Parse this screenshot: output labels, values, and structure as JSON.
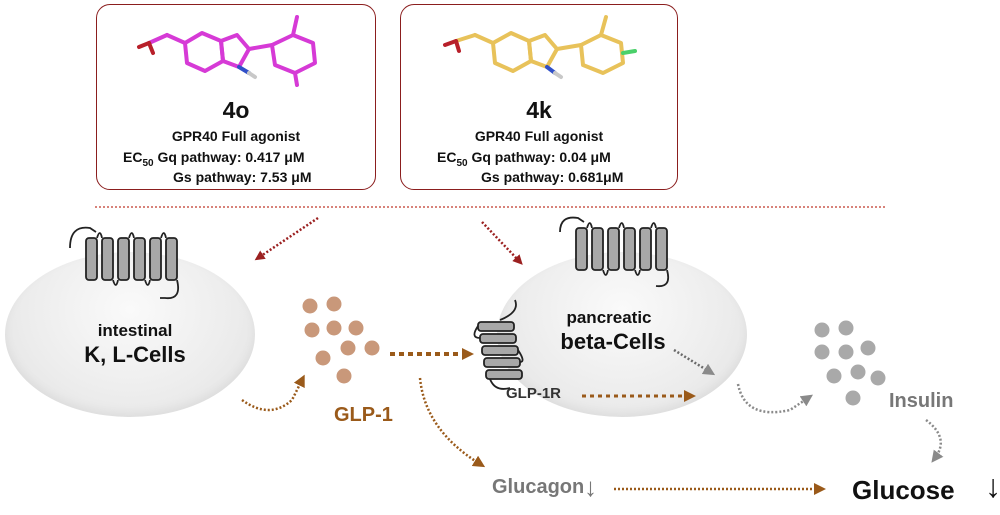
{
  "compounds": [
    {
      "id": "4o",
      "role": "GPR40 Full agonist",
      "ec50_prefix": "EC",
      "ec50_sub": "50",
      "gq_text": "Gq pathway: 0.417 μM",
      "gs_text": "Gs pathway: 7.53 μM",
      "structure_color": "#d63ad6"
    },
    {
      "id": "4k",
      "role": "GPR40 Full agonist",
      "ec50_prefix": "EC",
      "ec50_sub": "50",
      "gq_text": "Gq pathway: 0.04 μM",
      "gs_text": "Gs pathway: 0.681μM",
      "structure_color": "#e8c25a"
    }
  ],
  "cells": {
    "intestinal_line1": "intestinal",
    "intestinal_line2": "K, L-Cells",
    "pancreatic_line1": "pancreatic",
    "pancreatic_line2": "beta-Cells"
  },
  "labels": {
    "glp1": "GLP-1",
    "glp1r": "GLP-1R",
    "insulin": "Insulin",
    "glucagon": "Glucagon",
    "glucose": "Glucose",
    "down_arrow": "↓"
  },
  "colors": {
    "box_border": "#8b1e1e",
    "red_arrow": "#9b2020",
    "brown": "#9a5a1a",
    "glp1_dot": "#c9987a",
    "insulin_dot": "#a9a9a9",
    "gray_text": "#777777"
  }
}
